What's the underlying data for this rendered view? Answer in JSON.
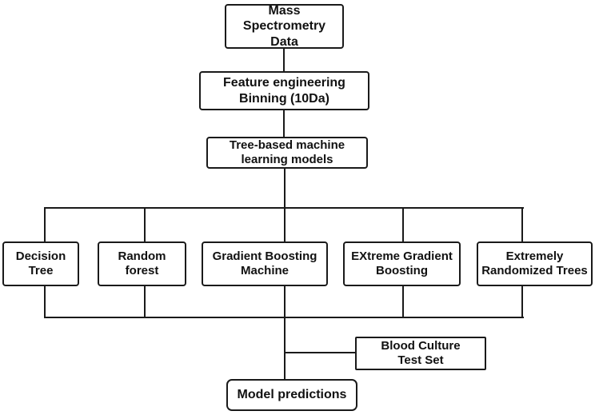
{
  "diagram": {
    "type": "flowchart",
    "background_color": "#ffffff",
    "line_color": "#1a1a1a",
    "box_fill": "#ffffff",
    "box_border_color": "#1a1a1a",
    "text_color": "#111111"
  },
  "nodes": {
    "mass_spectrometry": {
      "label": "Mass\nSpectrometry Data"
    },
    "feature_engineering": {
      "label": "Feature engineering\nBinning (10Da)"
    },
    "tree_models": {
      "label": "Tree-based machine\nlearning models"
    },
    "decision_tree": {
      "label": "Decision\nTree"
    },
    "random_forest": {
      "label": "Random\nforest"
    },
    "gradient_boosting_machine": {
      "label": "Gradient Boosting\nMachine"
    },
    "extreme_gradient_boosting": {
      "label": "EXtreme Gradient\nBoosting"
    },
    "extremely_randomized_trees": {
      "label": "Extremely\nRandomized Trees"
    },
    "blood_culture_test_set": {
      "label": "Blood Culture\nTest Set"
    },
    "model_predictions": {
      "label": "Model predictions"
    }
  },
  "edges": [
    {
      "from": "mass_spectrometry",
      "to": "feature_engineering"
    },
    {
      "from": "feature_engineering",
      "to": "tree_models"
    },
    {
      "from": "tree_models",
      "to": "decision_tree"
    },
    {
      "from": "tree_models",
      "to": "random_forest"
    },
    {
      "from": "tree_models",
      "to": "gradient_boosting_machine"
    },
    {
      "from": "tree_models",
      "to": "extreme_gradient_boosting"
    },
    {
      "from": "tree_models",
      "to": "extremely_randomized_trees"
    },
    {
      "from": "decision_tree",
      "to": "model_predictions"
    },
    {
      "from": "random_forest",
      "to": "model_predictions"
    },
    {
      "from": "gradient_boosting_machine",
      "to": "model_predictions"
    },
    {
      "from": "extreme_gradient_boosting",
      "to": "model_predictions"
    },
    {
      "from": "extremely_randomized_trees",
      "to": "model_predictions"
    },
    {
      "from": "blood_culture_test_set",
      "to": "model_predictions"
    }
  ]
}
